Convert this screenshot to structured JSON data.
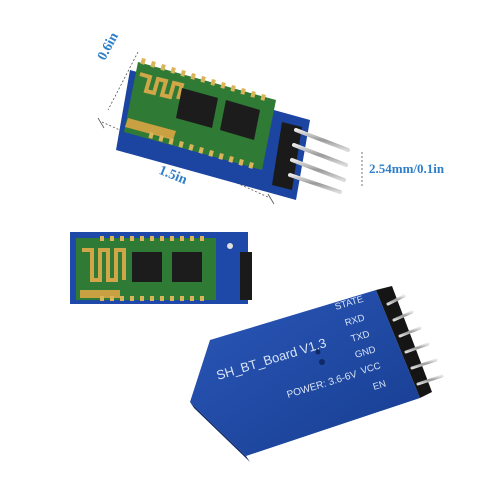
{
  "dimensions": {
    "width": "0.6in",
    "length": "1.5in",
    "pin_pitch": "2.54mm/0.1in"
  },
  "board_back": {
    "model": "SH_BT_Board V1.3",
    "power": "POWER: 3.6-6V",
    "pins": [
      "STATE",
      "RXD",
      "TXD",
      "GND",
      "VCC",
      "EN"
    ]
  },
  "colors": {
    "board_blue": "#1f49a8",
    "module_green": "#2f7a34",
    "antenna_gold": "#c9a042",
    "chip_black": "#1c1c1c",
    "dimension_text": "#2f7fc8",
    "pin_silver": "#b8b8b8"
  }
}
